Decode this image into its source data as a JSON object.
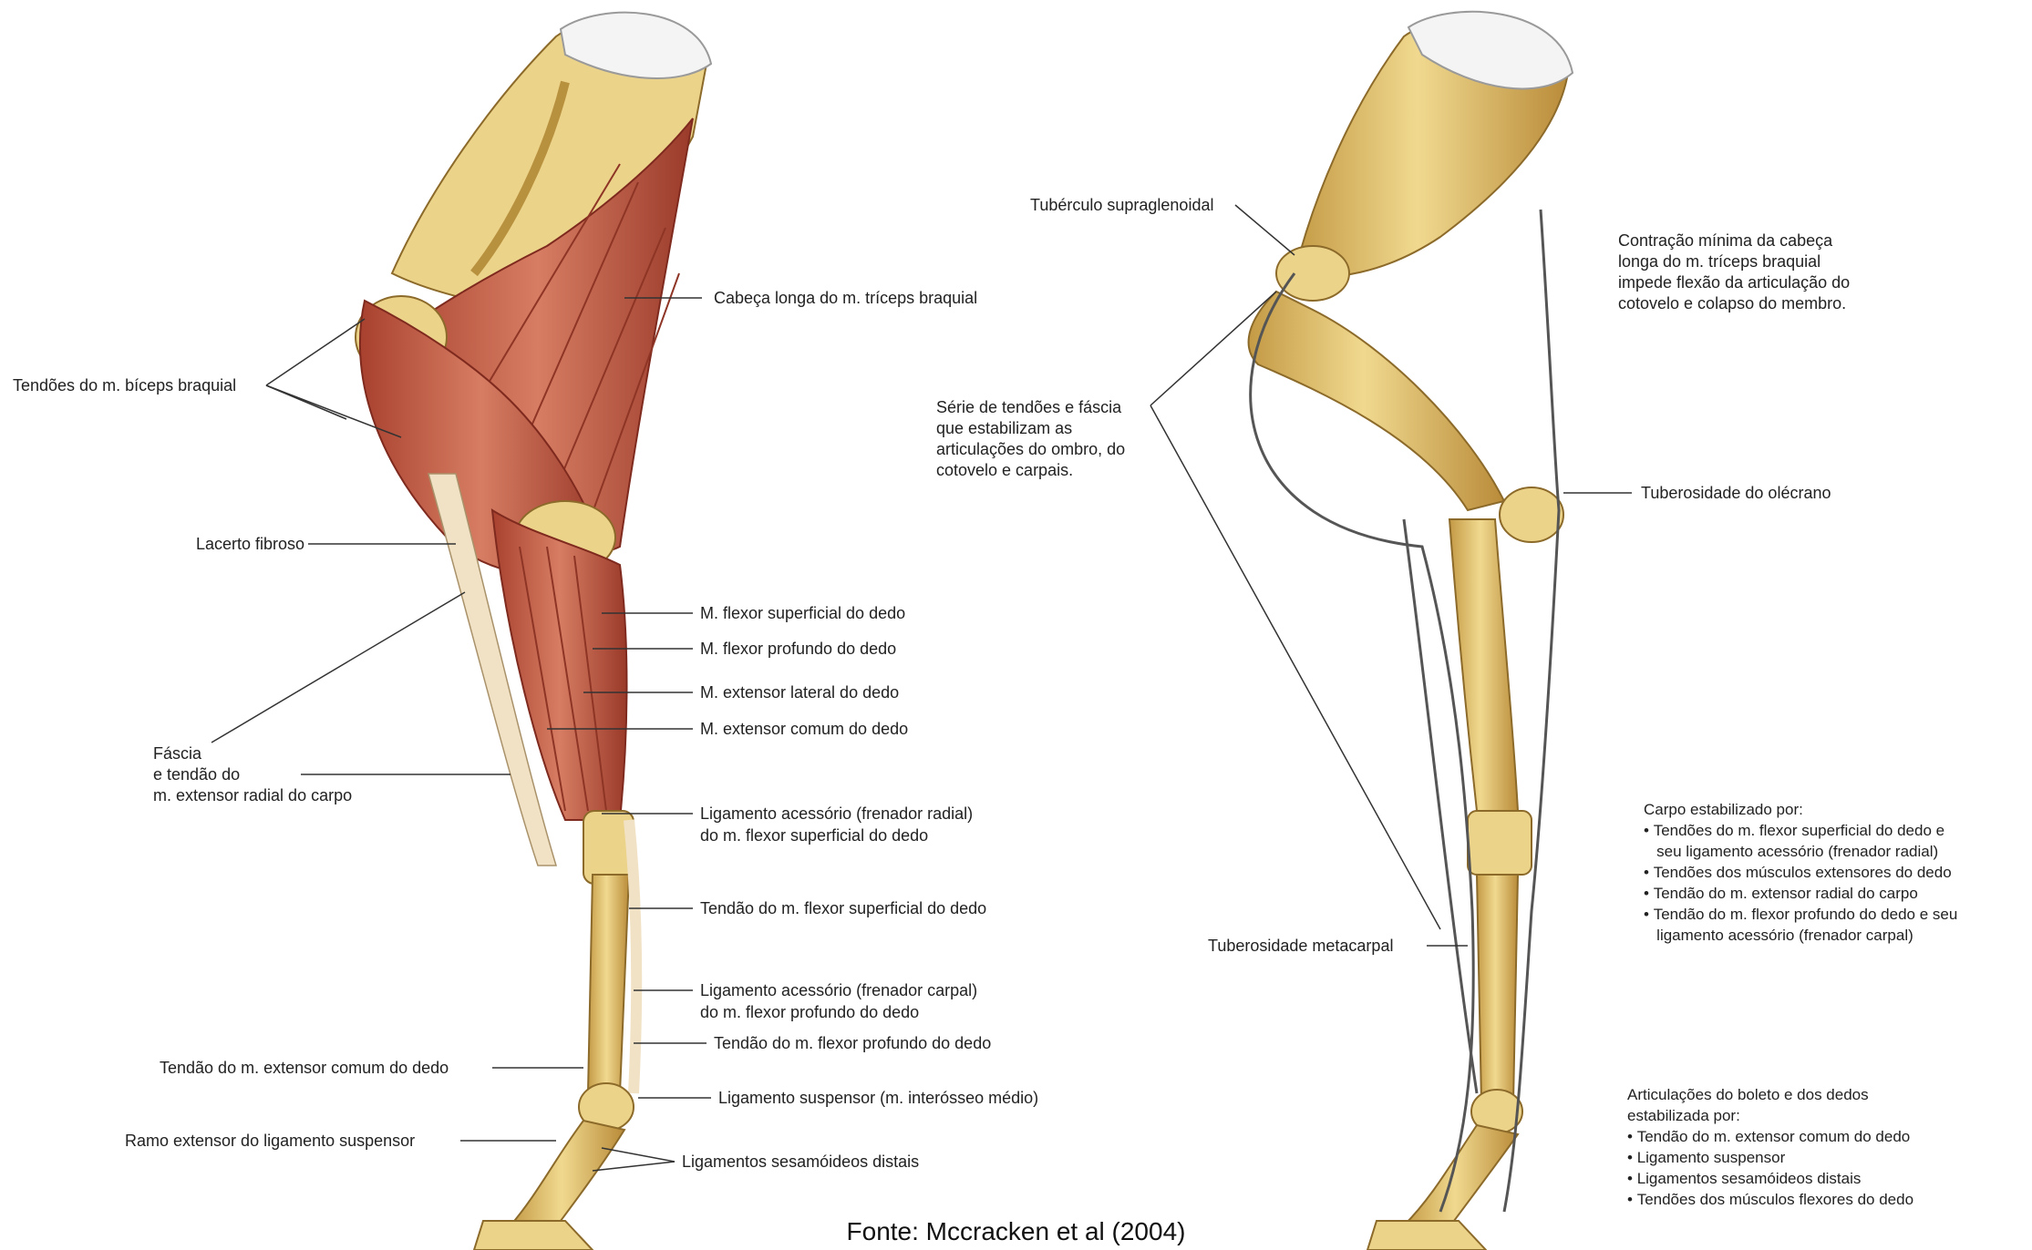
{
  "left_labels": {
    "l1": "Cabeça longa do m. tríceps braquial",
    "l2": "Tendões do m. bíceps braquial",
    "l3": "Lacerto fibroso",
    "l4": "M. flexor superficial do dedo",
    "l5": "M. flexor profundo do dedo",
    "l6": "M. extensor lateral do dedo",
    "l7": "M. extensor comum do dedo",
    "l8": "Fáscia",
    "l9": "e tendão do",
    "l10": "m. extensor radial do carpo",
    "l11": "Ligamento acessório (frenador radial)",
    "l12": "do m. flexor superficial do dedo",
    "l13": "Tendão do m. flexor superficial do dedo",
    "l14": "Ligamento acessório (frenador carpal)",
    "l15": "do m. flexor profundo do dedo",
    "l16": "Tendão do m. flexor profundo do dedo",
    "l17": "Tendão do m. extensor comum do dedo",
    "l18": "Ligamento suspensor (m. interósseo médio)",
    "l19": "Ramo extensor do ligamento suspensor",
    "l20": "Ligamentos sesamóideos distais"
  },
  "right_labels": {
    "r1": "Tubérculo supraglenoidal",
    "r2": "Contração mínima da cabeça",
    "r3": "longa do m. tríceps braquial",
    "r4": "impede flexão da articulação do",
    "r5": "cotovelo e colapso do membro.",
    "r6": "Série de tendões e fáscia",
    "r7": "que estabilizam as",
    "r8": "articulações do ombro, do",
    "r9": "cotovelo e carpais.",
    "r10": "Tuberosidade do olécrano",
    "r11": "Tuberosidade metacarpal"
  },
  "carpus_block": {
    "title": "Carpo estabilizado por:",
    "items": [
      "Tendões do m. flexor superficial do dedo e",
      "seu ligamento acessório (frenador radial)",
      "Tendões dos músculos extensores do dedo",
      "Tendão do m. extensor radial do carpo",
      "Tendão do m. flexor profundo do dedo e seu",
      "ligamento acessório (frenador carpal)"
    ]
  },
  "fetlock_block": {
    "title1": "Articulações do boleto e dos dedos",
    "title2": "estabilizada por:",
    "items": [
      "Tendão do m. extensor comum do dedo",
      "Ligamento suspensor",
      "Ligamentos sesamóideos distais",
      "Tendões dos músculos flexores do dedo"
    ]
  },
  "caption": "Fonte: Mccracken et al (2004)",
  "colors": {
    "bone": "#ecd38a",
    "bone_shade": "#caa24f",
    "muscle": "#c7604a",
    "muscle_dark": "#9e3a2c",
    "cartilage": "#f3f3f3",
    "tendon": "#f1e2c6"
  }
}
